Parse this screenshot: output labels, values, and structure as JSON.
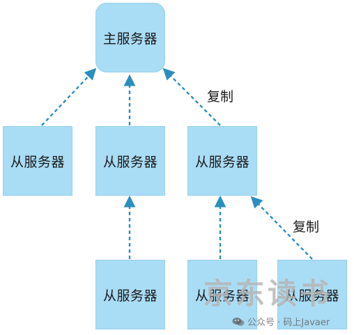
{
  "nodes": {
    "master": "主服务器",
    "slave_1": "从服务器",
    "slave_2": "从服务器",
    "slave_3": "从服务器",
    "slave_4": "从服务器",
    "slave_5": "从服务器",
    "slave_6": "从服务器"
  },
  "edge_labels": {
    "replicate_top": "复制",
    "replicate_bottom": "复制"
  },
  "colors": {
    "node_fill": "#a9dcf5",
    "edge": "#2a8fbf"
  },
  "watermark": {
    "brand": "京东读书",
    "account": "公众号 · 码上Javaer",
    "icon": "wechat-icon"
  }
}
